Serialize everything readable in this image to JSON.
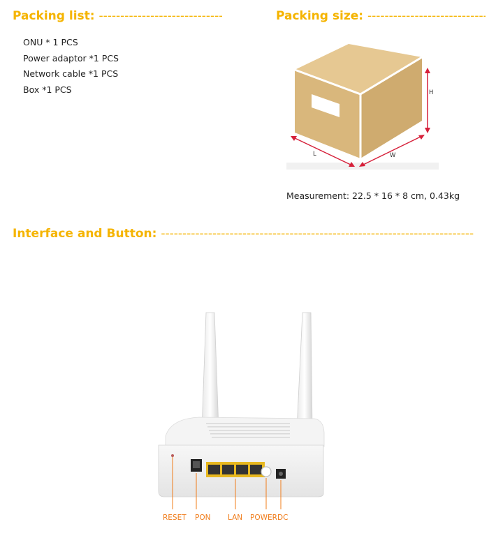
{
  "sections": {
    "packing_list": {
      "title": "Packing list:",
      "dashes": "--------------------------------------------------------"
    },
    "packing_size": {
      "title": "Packing size:",
      "dashes": "--------------------------------------------------------"
    },
    "interface": {
      "title": "Interface and Button:",
      "dashes": "------------------------------------------------------------------------------------------------------------------------------------"
    }
  },
  "packing_list": {
    "items": [
      "ONU * 1 PCS",
      "Power adaptor *1 PCS",
      "Network cable *1 PCS",
      "Box *1 PCS"
    ]
  },
  "box": {
    "dim_h": "H",
    "dim_l": "L",
    "dim_w": "W",
    "measurement": "Measurement: 22.5 * 16 * 8 cm, 0.43kg",
    "colors": {
      "front": "#d9b77c",
      "side": "#cfab6f",
      "top": "#e6c892",
      "arrows": "#d6203a"
    }
  },
  "router": {
    "labels": {
      "reset": "RESET",
      "pon": "PON",
      "lan": "LAN",
      "power": "POWER",
      "dc": "DC"
    },
    "label_color": "#f07c1a"
  }
}
